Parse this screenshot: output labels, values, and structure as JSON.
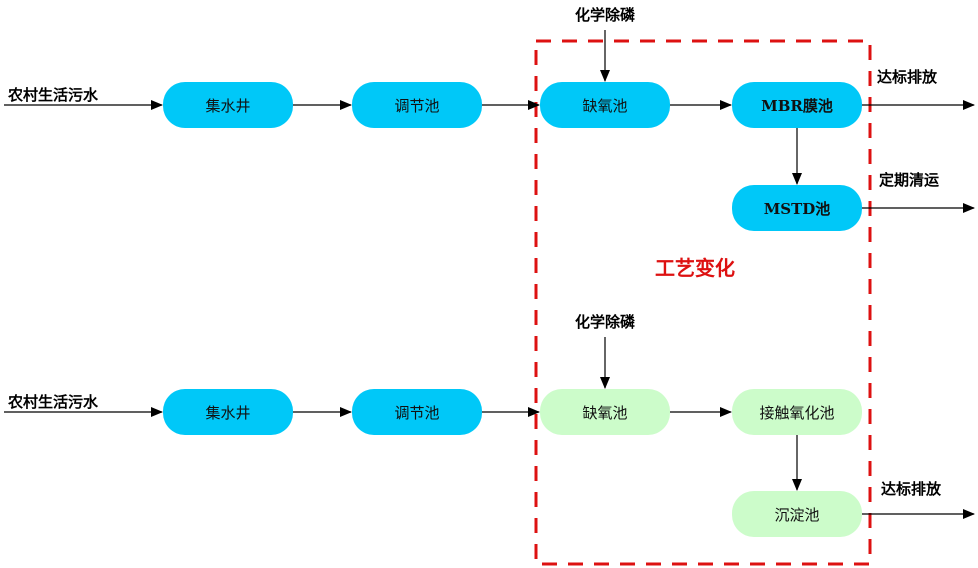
{
  "diagram": {
    "title": "工艺变化",
    "colors": {
      "node_original": "#00c8f8",
      "node_changed": "#ccfcca",
      "highlight_border": "#dd1111",
      "line": "#000000"
    },
    "top_flow": {
      "input_label": "农村生活污水",
      "nodes": [
        {
          "id": "collection-well",
          "label": "集水井"
        },
        {
          "id": "equalization-tank",
          "label": "调节池"
        },
        {
          "id": "anoxic-tank",
          "label": "缺氧池"
        },
        {
          "id": "mbr-tank",
          "label": "MBR膜池"
        },
        {
          "id": "mstd-tank",
          "label": "MSTD池"
        }
      ],
      "dosing_label": "化学除磷",
      "outputs": [
        {
          "label": "达标排放"
        },
        {
          "label": "定期清运"
        }
      ]
    },
    "bottom_flow": {
      "input_label": "农村生活污水",
      "nodes": [
        {
          "id": "collection-well",
          "label": "集水井"
        },
        {
          "id": "equalization-tank",
          "label": "调节池"
        },
        {
          "id": "anoxic-tank",
          "label": "缺氧池"
        },
        {
          "id": "contact-oxidation-tank",
          "label": "接触氧化池"
        },
        {
          "id": "sedimentation-tank",
          "label": "沉淀池"
        }
      ],
      "dosing_label": "化学除磷",
      "outputs": [
        {
          "label": "达标排放"
        }
      ]
    }
  }
}
